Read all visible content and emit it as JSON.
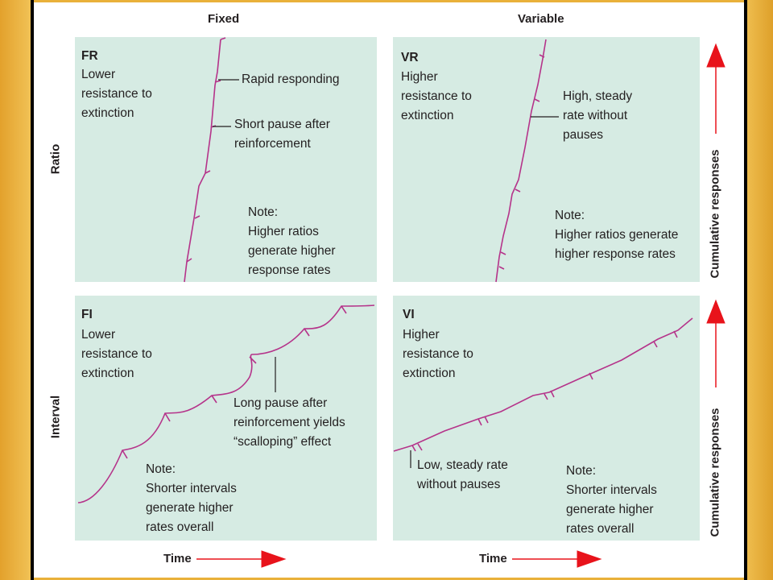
{
  "columns": {
    "fixed": "Fixed",
    "variable": "Variable"
  },
  "rows": {
    "ratio": "Ratio",
    "interval": "Interval"
  },
  "axis": {
    "time": "Time",
    "cumulative": "Cumulative responses"
  },
  "fr": {
    "code": "FR",
    "resistance": "Lower\nresistance to\nextinction",
    "callout1": "Rapid responding",
    "callout2": "Short pause after\nreinforcement",
    "note": "Note:\nHigher ratios\ngenerate higher\nresponse rates"
  },
  "vr": {
    "code": "VR",
    "resistance": "Higher\nresistance to\nextinction",
    "callout": "High, steady\nrate without\npauses",
    "note": "Note:\nHigher ratios generate\nhigher response rates"
  },
  "fi": {
    "code": "FI",
    "resistance": "Lower\nresistance to\nextinction",
    "callout": "Long pause after\nreinforcement yields\n“scalloping” effect",
    "note": "Note:\nShorter intervals\ngenerate higher\nrates overall"
  },
  "vi": {
    "code": "VI",
    "resistance": "Higher\nresistance to\nextinction",
    "callout": "Low, steady rate\nwithout pauses",
    "note": "Note:\nShorter intervals\ngenerate higher\nrates overall"
  },
  "colors": {
    "curve": "#b5338a",
    "arrow": "#e8131b",
    "panel": "#d6ebe3",
    "frame": "#e9b13a"
  }
}
